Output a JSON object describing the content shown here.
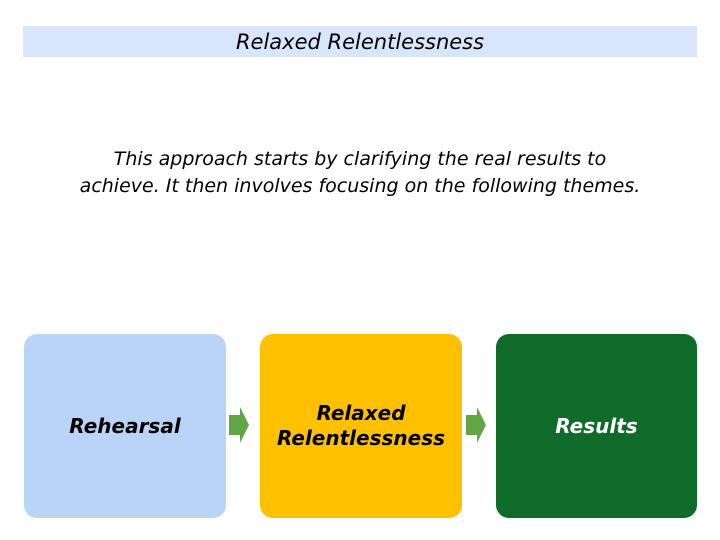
{
  "header": {
    "title": "Relaxed Relentlessness",
    "bg": "#d8e6fc"
  },
  "description": {
    "lines": [
      "This approach starts by clarifying the real results to",
      "achieve. It then involves focusing on the following themes."
    ]
  },
  "flow": {
    "boxes": [
      {
        "label": "Rehearsal",
        "bg": "#b9d4f7",
        "text_color": "#000000"
      },
      {
        "label": "Relaxed Relentlessness",
        "bg": "#ffc000",
        "text_color": "#000000"
      },
      {
        "label": "Results",
        "bg": "#0e6b2a",
        "text_color": "#ffffff"
      }
    ],
    "arrow_color": "#63a544",
    "arrow_icon": "right-block-arrow"
  }
}
